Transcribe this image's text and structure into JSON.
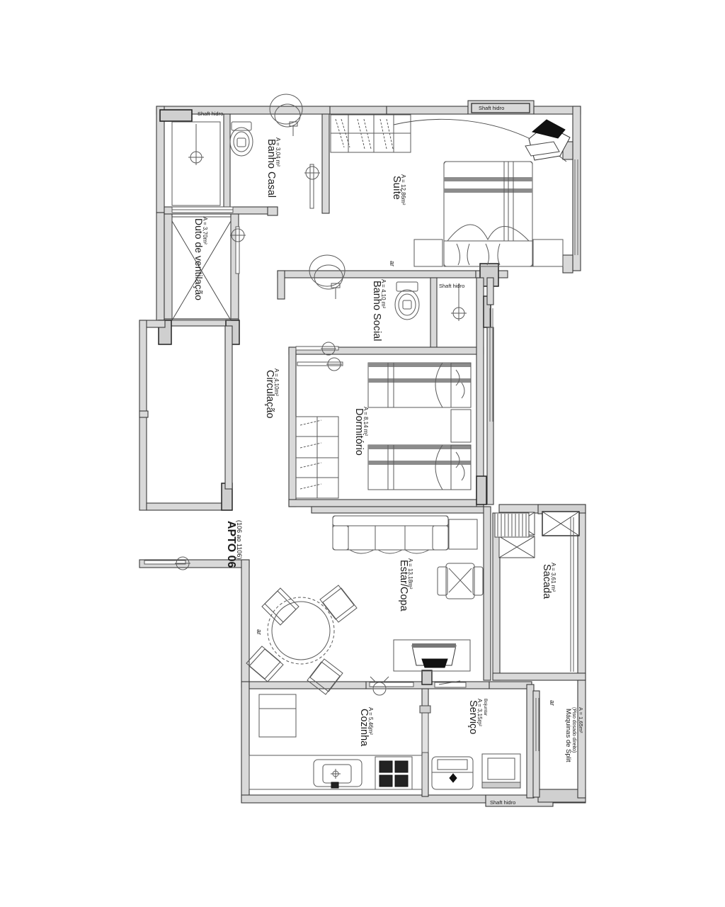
{
  "drawing": {
    "title": "APTO 06",
    "subtitle": "(106 ao 1106)",
    "type": "architectural-floor-plan",
    "units": "m²"
  },
  "rooms": [
    {
      "id": "banho_casal",
      "name": "Banho Casal",
      "area": "A = 3,04 m²"
    },
    {
      "id": "duto",
      "name": "Duto de ventilação",
      "area": "A = 3,70m²"
    },
    {
      "id": "suite",
      "name": "Suíte",
      "area": "A = 12,86m²"
    },
    {
      "id": "banho_social",
      "name": "Banho Social",
      "area": "A = 4,10 m²"
    },
    {
      "id": "dormitorio",
      "name": "Dormitório",
      "area": "A = 8,14 m²"
    },
    {
      "id": "circulacao",
      "name": "Circulação",
      "area": "A = 4,10m²"
    },
    {
      "id": "estar_copa",
      "name": "Estar/Copa",
      "area": "A = 13,18m²"
    },
    {
      "id": "sacada",
      "name": "Sacada",
      "area": "A = 3,61 m²"
    },
    {
      "id": "cozinha",
      "name": "Cozinha",
      "area": "A = 5,46m²"
    },
    {
      "id": "servico",
      "name": "Serviço",
      "area": "A = 3,15m²",
      "note": "Bojuntar"
    },
    {
      "id": "split",
      "name": "Máquinas de Split",
      "area": "A = 1,65m²",
      "note": "(Piso dosado direito)"
    }
  ],
  "annotations": {
    "shaft_1": "Shaft hidro",
    "shaft_2": "Shaft hidro",
    "shaft_3": "Shaft hidro",
    "shaft_4": "Shaft hidro",
    "ar_suite": "ar",
    "ar_estar": "ar",
    "ar_servico": "ar"
  },
  "colors": {
    "wall_fill": "#d9d9d9",
    "wall_stroke": "#3a3a3a",
    "furniture_stroke": "#555555",
    "text": "#1a1a1a",
    "background": "#ffffff",
    "dark_accent": "#111111"
  }
}
